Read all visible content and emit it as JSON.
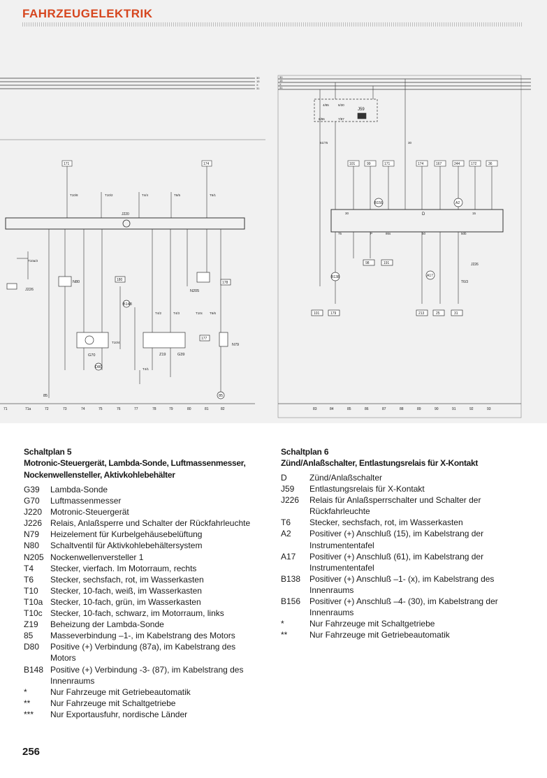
{
  "header": {
    "title": "FAHRZEUGELEKTRIK"
  },
  "left": {
    "plan_title": "Schaltplan 5",
    "plan_subtitle": "Motronic-Steuergerät, Lambda-Sonde, Luftmassenmesser, Nockenwellensteller, Aktivkohlebehälter",
    "legend": [
      {
        "code": "G39",
        "desc": "Lambda-Sonde"
      },
      {
        "code": "G70",
        "desc": "Luftmassenmesser"
      },
      {
        "code": "J220",
        "desc": "Motronic-Steuergerät"
      },
      {
        "code": "J226",
        "desc": "Relais, Anlaßsperre und Schalter der Rückfahrleuchte"
      },
      {
        "code": "N79",
        "desc": "Heizelement für Kurbelgehäusebelüftung"
      },
      {
        "code": "N80",
        "desc": "Schaltventil für Aktivkohlebehältersystem"
      },
      {
        "code": "N205",
        "desc": "Nockenwellenversteller 1"
      },
      {
        "code": "T4",
        "desc": "Stecker, vierfach. Im Motorraum, rechts"
      },
      {
        "code": "T6",
        "desc": "Stecker, sechsfach, rot, im Wasserkasten"
      },
      {
        "code": "T10",
        "desc": "Stecker, 10-fach, weiß, im Wasserkasten"
      },
      {
        "code": "T10a",
        "desc": "Stecker, 10-fach, grün, im Wasserkasten"
      },
      {
        "code": "T10c",
        "desc": "Stecker, 10-fach, schwarz, im Motorraum, links"
      },
      {
        "code": "Z19",
        "desc": "Beheizung der Lambda-Sonde"
      },
      {
        "code": "85",
        "desc": "Masseverbindung –1-, im Kabelstrang des Motors"
      },
      {
        "code": "D80",
        "desc": "Positive (+) Verbindung (87a), im Kabelstrang des Motors"
      },
      {
        "code": "B148",
        "desc": "Positive (+) Verbindung -3- (87), im Kabelstrang des Innenraums"
      },
      {
        "code": "*",
        "desc": "Nur Fahrzeuge mit Getriebeautomatik"
      },
      {
        "code": "**",
        "desc": "Nur Fahrzeuge mit Schaltgetriebe"
      },
      {
        "code": "***",
        "desc": "Nur Exportausfuhr, nordische Länder"
      }
    ]
  },
  "right": {
    "plan_title": "Schaltplan 6",
    "plan_subtitle": "Zünd/Anlaßschalter, Entlastungsrelais für X-Kontakt",
    "legend": [
      {
        "code": "D",
        "desc": "Zünd/Anlaßschalter"
      },
      {
        "code": "J59",
        "desc": "Entlastungsrelais für X-Kontakt"
      },
      {
        "code": "J226",
        "desc": "Relais für Anlaßsperrschalter und Schalter der Rückfahrleuchte"
      },
      {
        "code": "T6",
        "desc": "Stecker, sechsfach, rot, im Wasserkasten"
      },
      {
        "code": "A2",
        "desc": "Positiver (+) Anschluß (15), im Kabelstrang der Instrumententafel"
      },
      {
        "code": "A17",
        "desc": "Positiver (+) Anschluß (61), im Kabelstrang der Instrumententafel"
      },
      {
        "code": "B138",
        "desc": "Positiver (+) Anschluß –1- (x), im Kabelstrang des Innenraums"
      },
      {
        "code": "B156",
        "desc": "Positiver (+) Anschluß –4- (30), im Kabelstrang der Innenraums"
      },
      {
        "code": "*",
        "desc": "Nur Fahrzeuge mit Schaltgetriebe"
      },
      {
        "code": "**",
        "desc": "Nur Fahrzeuge mit Getriebeautomatik"
      }
    ]
  },
  "diagram": {
    "bus_labels_right": [
      "30",
      "15",
      "X",
      "31"
    ],
    "left_boxes": [
      "171",
      "174",
      "180",
      "178",
      "177"
    ],
    "left_bottom_labels": [
      "71",
      "71a",
      "72",
      "73",
      "74",
      "75",
      "76",
      "77",
      "78",
      "79",
      "80",
      "81",
      "82"
    ],
    "left_component_labels": [
      "J220",
      "J226",
      "N80",
      "N205",
      "N79",
      "G70",
      "G39",
      "Z19",
      "D80",
      "B148",
      "85"
    ],
    "left_connector_labels": [
      "T10/8",
      "T10/2",
      "T4/4",
      "T6/5",
      "T6/1",
      "T10a/3",
      "T4/2",
      "T4/3",
      "T10c",
      "T10/4",
      "T4/1",
      "T6/6"
    ],
    "right_top_boxes": [
      "101",
      "99",
      "171",
      "174",
      "167",
      "244",
      "172",
      "36"
    ],
    "right_bottom_boxes": [
      "98",
      "191",
      "101",
      "179",
      "213",
      "25",
      "31"
    ],
    "right_bottom_labels": [
      "83",
      "84",
      "85",
      "86",
      "87",
      "88",
      "89",
      "90",
      "91",
      "92",
      "93"
    ],
    "right_component_labels": [
      "J59",
      "D",
      "J226",
      "A2",
      "A17",
      "B138",
      "B156",
      "T6/3"
    ],
    "right_terminal_labels": [
      "6/30",
      "8/86",
      "4/85",
      "7/87",
      "51/75",
      "30",
      "15",
      "50",
      "50b",
      "P",
      "86s",
      "75"
    ]
  },
  "page": {
    "number": "256"
  }
}
